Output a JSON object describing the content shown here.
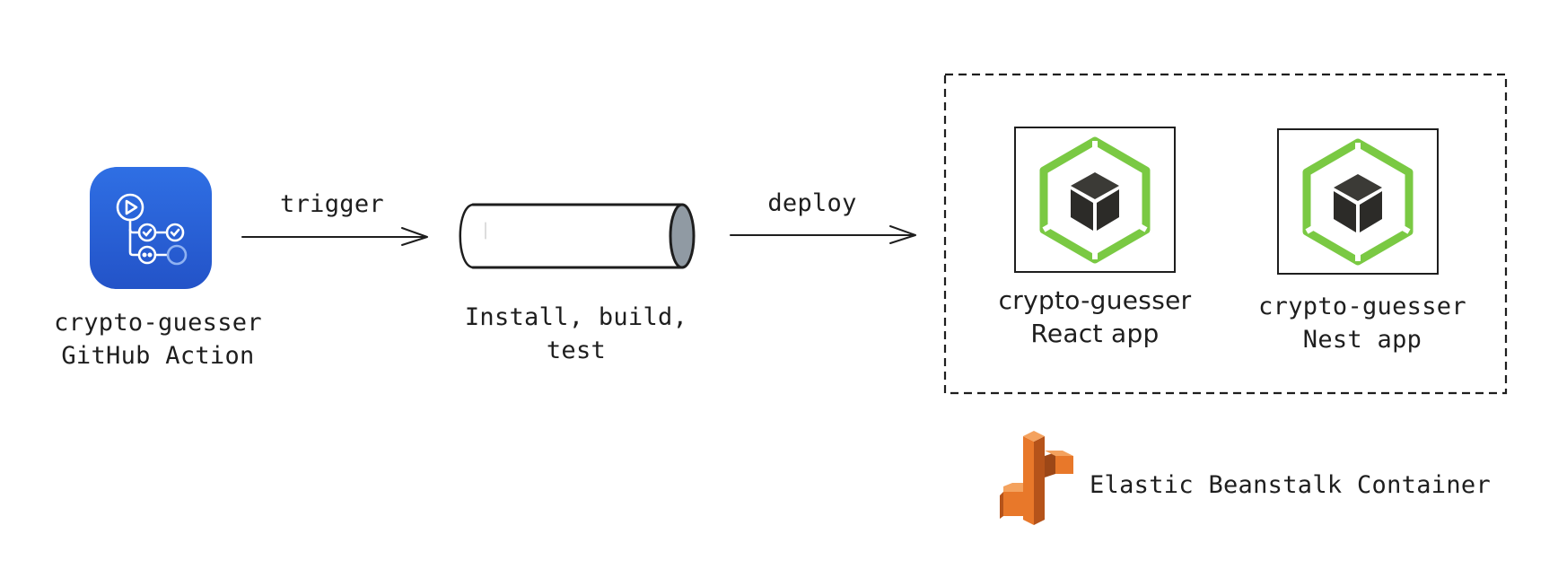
{
  "nodes": {
    "github_action": {
      "line1": "crypto-guesser",
      "line2": "GitHub Action",
      "icon": "github-actions-icon",
      "color": "#2f6fe4"
    },
    "pipeline": {
      "line1": "Install, build,",
      "line2": "test",
      "icon": "cylinder-pipe"
    },
    "react_app": {
      "line1": "crypto-guesser",
      "line2": "React app",
      "icon": "node-cube-icon",
      "color": "#7ac943"
    },
    "nest_app": {
      "line1": "crypto-guesser",
      "line2": "Nest app",
      "icon": "node-cube-icon",
      "color": "#7ac943"
    },
    "beanstalk": {
      "label": "Elastic Beanstalk Container",
      "icon": "elastic-beanstalk-icon",
      "color": "#e8782a"
    }
  },
  "edges": {
    "trigger": {
      "label": "trigger"
    },
    "deploy": {
      "label": "deploy"
    }
  }
}
